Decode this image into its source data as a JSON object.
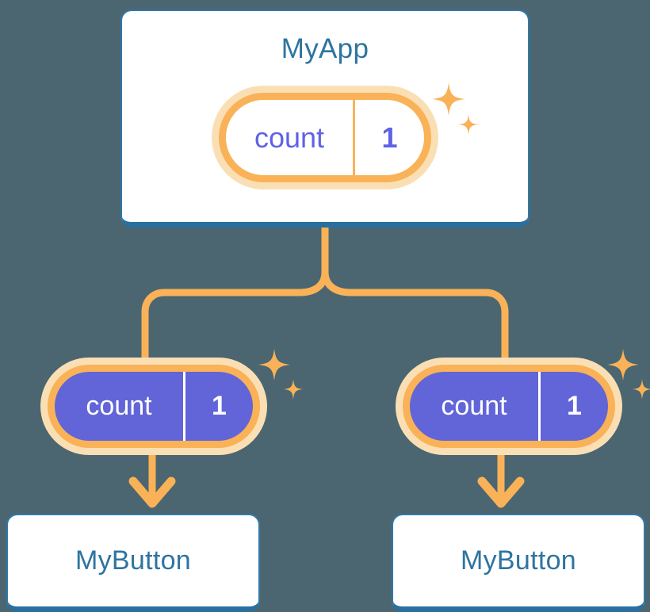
{
  "diagram": {
    "type": "component-tree",
    "background_color": "#4b6671",
    "accent_color": "#f9b257",
    "accent_soft_color": "#fbdfb4",
    "component_border_color": "#3179a8",
    "component_text_color": "#2e74a0",
    "state_fill_color": "#6265d8",
    "state_text_color": "#5f62e6"
  },
  "root": {
    "title": "MyApp",
    "state": {
      "key": "count",
      "value": "1"
    },
    "sparkle": "sparkle-icon"
  },
  "children": [
    {
      "state": {
        "key": "count",
        "value": "1"
      },
      "sparkle": "sparkle-icon",
      "title": "MyButton"
    },
    {
      "state": {
        "key": "count",
        "value": "1"
      },
      "sparkle": "sparkle-icon",
      "title": "MyButton"
    }
  ]
}
